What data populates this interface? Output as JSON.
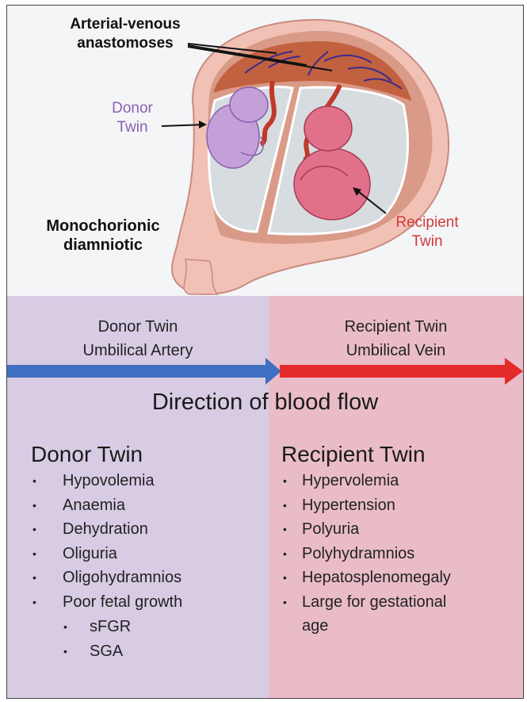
{
  "illustration": {
    "anastomoses_label_line1": "Arterial-venous",
    "anastomoses_label_line2": "anastomoses",
    "donor_label_line1": "Donor",
    "donor_label_line2": "Twin",
    "recipient_label_line1": "Recipient",
    "recipient_label_line2": "Twin",
    "type_label_line1": "Monochorionic",
    "type_label_line2": "diamniotic"
  },
  "flow": {
    "donor_vessel_line1": "Donor Twin",
    "donor_vessel_line2": "Umbilical Artery",
    "recipient_vessel_line1": "Recipient Twin",
    "recipient_vessel_line2": "Umbilical Vein",
    "title": "Direction of blood flow"
  },
  "donor": {
    "title": "Donor Twin",
    "items": [
      "Hypovolemia",
      "Anaemia",
      "Dehydration",
      "Oliguria",
      "Oligohydramnios",
      "Poor fetal growth"
    ],
    "subitems": [
      "sFGR",
      "SGA"
    ]
  },
  "recipient": {
    "title": "Recipient Twin",
    "items": [
      "Hypervolemia",
      "Hypertension",
      "Polyuria",
      "Polyhydramnios",
      "Hepatosplenomegaly",
      "Large for gestational"
    ],
    "item_continuation": "age"
  },
  "colors": {
    "donor_panel": "#d8cbe4",
    "recipient_panel": "#e9bcc8",
    "donor_arrow": "#3f6fc0",
    "recipient_arrow": "#e52a2a",
    "donor_label": "#8a5fb0",
    "recipient_label": "#d33a3a"
  }
}
